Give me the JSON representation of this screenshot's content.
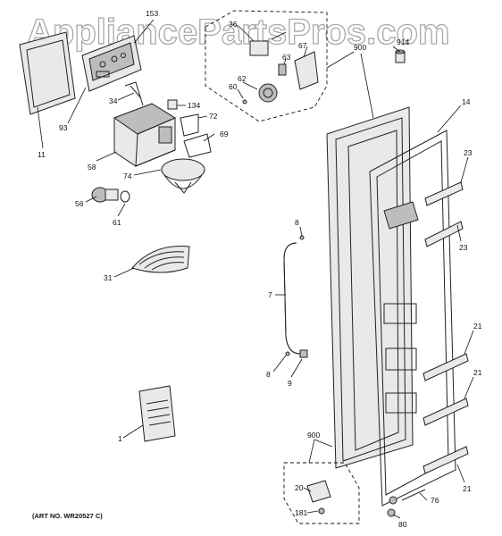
{
  "watermark": "AppliancePartsPros.com",
  "art_number": "(ART NO. WR20527 C)",
  "callouts": {
    "c153": "153",
    "c11": "11",
    "c93": "93",
    "c34": "34",
    "c134": "134",
    "c72": "72",
    "c58": "58",
    "c69": "69",
    "c74": "74",
    "c56": "56",
    "c61": "61",
    "c31": "31",
    "c1": "1",
    "c36": "36",
    "c67": "67",
    "c62": "62",
    "c63": "63",
    "c60": "60",
    "c900a": "900",
    "c914": "914",
    "c14": "14",
    "c23a": "23",
    "c23b": "23",
    "c8a": "8",
    "c7": "7",
    "c8b": "8",
    "c9": "9",
    "c21a": "21",
    "c21b": "21",
    "c21c": "21",
    "c900b": "900",
    "c20": "20",
    "c181": "181",
    "c76": "76",
    "c80": "80"
  }
}
